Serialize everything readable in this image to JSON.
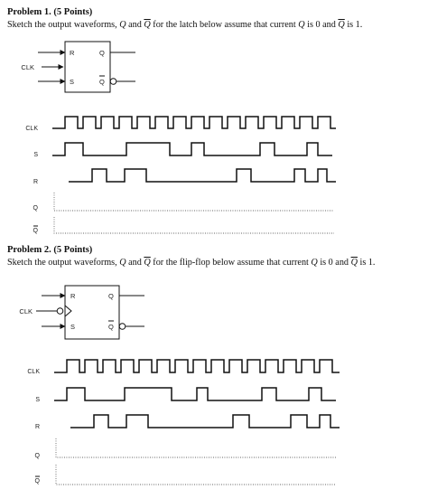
{
  "problem1": {
    "title": "Problem 1. (5 Points)",
    "desc_pre": "Sketch the output waveforms, ",
    "desc_q": "Q",
    "desc_and1": " and ",
    "desc_qbar": "Q",
    "desc_mid": " for the latch below assume that current ",
    "desc_q2": "Q",
    "desc_is0": " is 0 and ",
    "desc_qbar2": "Q",
    "desc_end": " is 1.",
    "box": {
      "r": "R",
      "s": "S",
      "q": "Q",
      "qbar": "Q"
    },
    "clk_input": "CLK",
    "signals": {
      "clk": "CLK",
      "s": "S",
      "r": "R",
      "q": "Q",
      "qbar": "Q"
    }
  },
  "problem2": {
    "title": "Problem 2. (5 Points)",
    "desc_pre": "Sketch the output waveforms, ",
    "desc_q": "Q",
    "desc_and1": " and ",
    "desc_qbar": "Q",
    "desc_mid": " for the flip-flop below assume that current ",
    "desc_q2": "Q",
    "desc_is0": " is 0 and ",
    "desc_qbar2": "Q",
    "desc_end": " is 1.",
    "box": {
      "r": "R",
      "s": "S",
      "q": "Q",
      "qbar": "Q"
    },
    "clk_input": "CLK",
    "signals": {
      "clk": "CLK",
      "s": "S",
      "r": "R",
      "q": "Q",
      "qbar": "Q"
    }
  }
}
